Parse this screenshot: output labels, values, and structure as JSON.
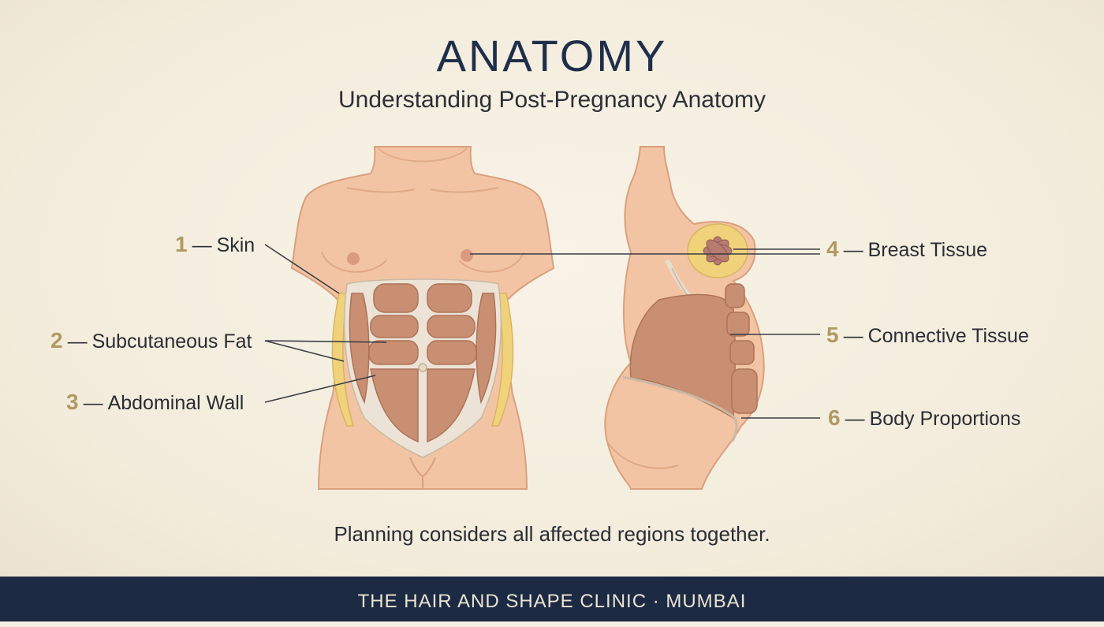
{
  "title": "ANATOMY",
  "subtitle": "Understanding Post-Pregnancy Anatomy",
  "labels": [
    {
      "num": "1",
      "text": "Skin"
    },
    {
      "num": "2",
      "text": "Subcutaneous Fat"
    },
    {
      "num": "3",
      "text": "Abdominal Wall"
    },
    {
      "num": "4",
      "text": "Breast Tissue"
    },
    {
      "num": "5",
      "text": "Connective Tissue"
    },
    {
      "num": "6",
      "text": "Body Proportions"
    }
  ],
  "dash": "—",
  "caption": "Planning considers all affected regions together.",
  "footer": "THE HAIR AND SHAPE CLINIC · MUMBAI",
  "colors": {
    "background": "#f5efe1",
    "skin": "#f2c4a4",
    "muscle": "#c98f73",
    "fat": "#f0d27a",
    "footer": "#1c2a44",
    "number_accent": "#b09a62"
  }
}
